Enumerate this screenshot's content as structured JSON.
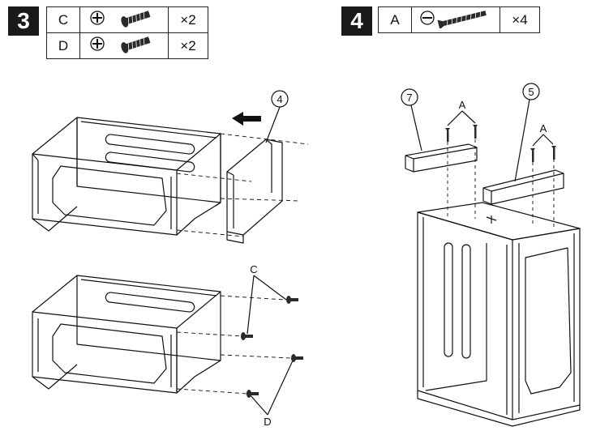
{
  "step3": {
    "number": "3",
    "parts": [
      {
        "letter": "C",
        "quantity": "×2"
      },
      {
        "letter": "D",
        "quantity": "×2"
      }
    ],
    "callouts": {
      "panel": "4",
      "screw_c": "C",
      "screw_d": "D"
    }
  },
  "step4": {
    "number": "4",
    "parts": [
      {
        "letter": "A",
        "quantity": "×4"
      }
    ],
    "callouts": {
      "rail_left": "7",
      "rail_right": "5",
      "screw_left": "A",
      "screw_right": "A"
    }
  },
  "colors": {
    "ink": "#111111",
    "badge": "#1a1a1a",
    "screw": "#2a2a2a"
  }
}
